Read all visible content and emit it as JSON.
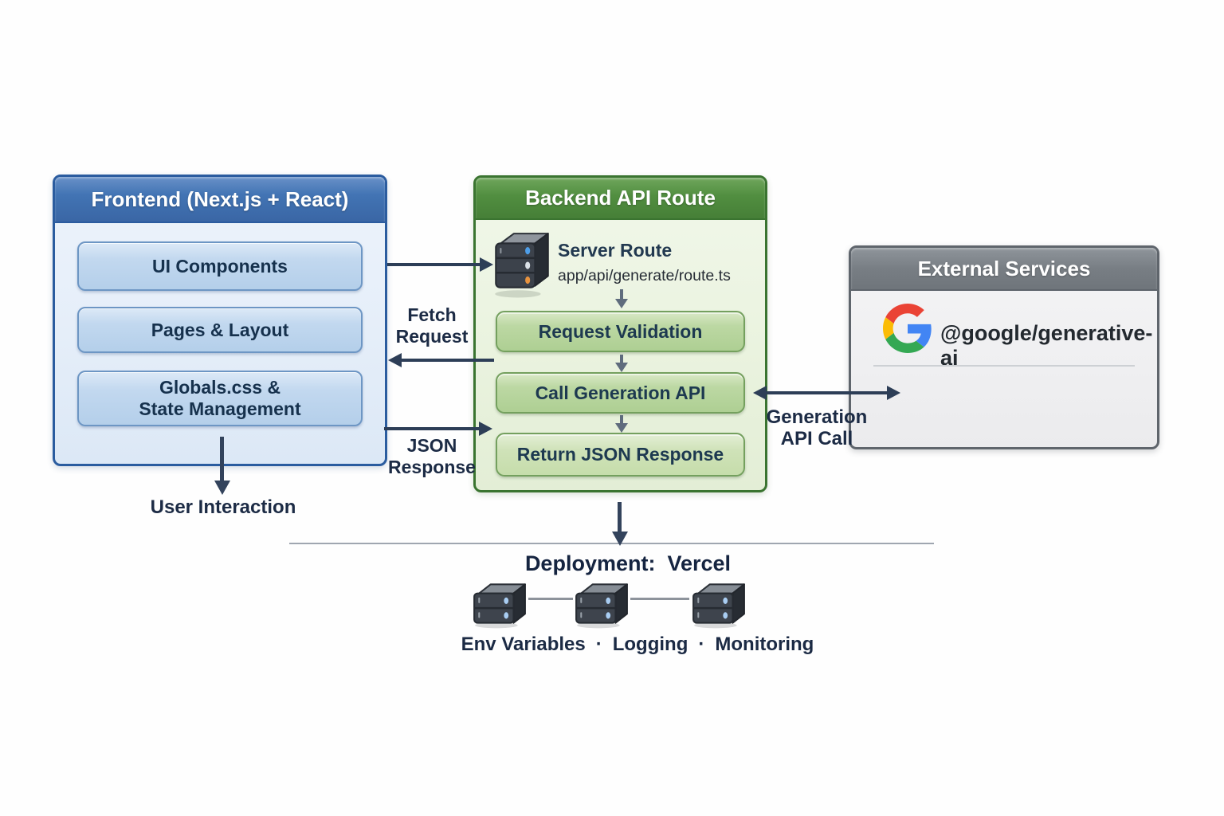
{
  "frontend": {
    "title": "Frontend (Next.js + React)",
    "items": [
      {
        "label": "UI Components"
      },
      {
        "label": "Pages & Layout"
      },
      {
        "line1": "Globals.css &",
        "line2": "State Management"
      }
    ],
    "footer_label": "User Interaction"
  },
  "backend": {
    "title": "Backend API Route",
    "server": {
      "title": "Server Route",
      "path": "app/api/generate/route.ts"
    },
    "steps": [
      "Request Validation",
      "Call Generation API",
      "Return JSON Response"
    ]
  },
  "external": {
    "title": "External Services",
    "service_name": "@google/generative-ai"
  },
  "edges": {
    "fetch_request": {
      "line1": "Fetch",
      "line2": "Request"
    },
    "json_response": {
      "line1": "JSON",
      "line2": "Response"
    },
    "generation_api_call": {
      "line1": "Generation",
      "line2": "API Call"
    }
  },
  "deployment": {
    "label": "Deployment:",
    "platform": "Vercel",
    "services": [
      "Env Variables",
      "Logging",
      "Monitoring"
    ],
    "separator": "·"
  },
  "icons": {
    "backend_server": "server-icon",
    "deployment_servers": "server-icon",
    "google": "google-logo-icon"
  },
  "colors": {
    "frontend_header": "#3d6cae",
    "frontend_body": "#e9f1fa",
    "frontend_item": "#bcd5ee",
    "backend_header": "#4f8e3e",
    "backend_body": "#edf5e5",
    "backend_step": "#b8d3a2",
    "external_header": "#7c8288",
    "external_body": "#f1f1f2",
    "arrow": "#2d3e57",
    "label_text": "#1c2b45",
    "google_blue": "#4285F4",
    "google_red": "#EA4335",
    "google_yellow": "#FBBC05",
    "google_green": "#34A853"
  }
}
